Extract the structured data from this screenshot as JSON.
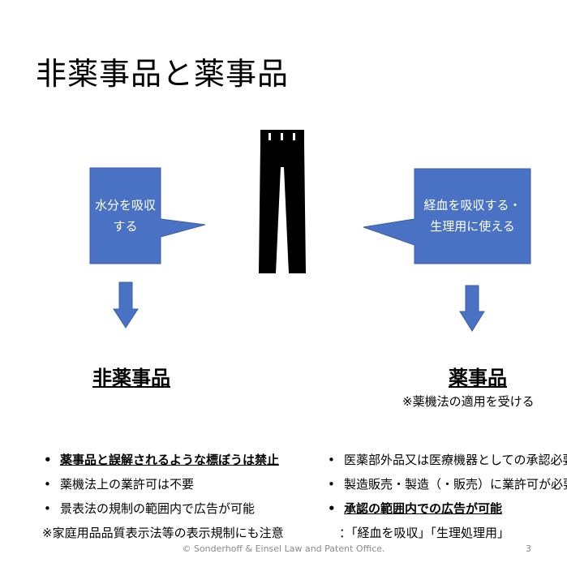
{
  "title": "非薬事品と薬事品",
  "left": {
    "callout": [
      "水分を吸収",
      "する"
    ],
    "heading": "非薬事品",
    "bullets": [
      {
        "text": "薬事品と誤解されるような標ぼうは禁止",
        "emphasis": true
      },
      {
        "text": "薬機法上の業許可は不要",
        "emphasis": false
      },
      {
        "text": "景表法の規制の範囲内で広告が可能",
        "emphasis": false
      }
    ],
    "footnote": "※家庭用品品質表示法等の表示規制にも注意"
  },
  "right": {
    "callout": [
      "経血を吸収する・",
      "生理用に使える"
    ],
    "heading": "薬事品",
    "subnote": "※薬機法の適用を受ける",
    "bullets": [
      {
        "text": "医薬部外品又は医療機器としての承認必要",
        "emphasis": false
      },
      {
        "text": "製造販売・製造（・販売）に業許可が必要",
        "emphasis": false
      },
      {
        "text": "承認の範囲内での広告が可能",
        "emphasis": true
      }
    ],
    "continuation": "：「経血を吸収」「生理処理用」"
  },
  "center_icon": "pants-icon",
  "footer": "© Sonderhoff & Einsel Law and Patent Office.",
  "page_number": "3",
  "colors": {
    "accent": "#4a72c4",
    "text": "#000000",
    "footer": "#8a8a8a"
  }
}
